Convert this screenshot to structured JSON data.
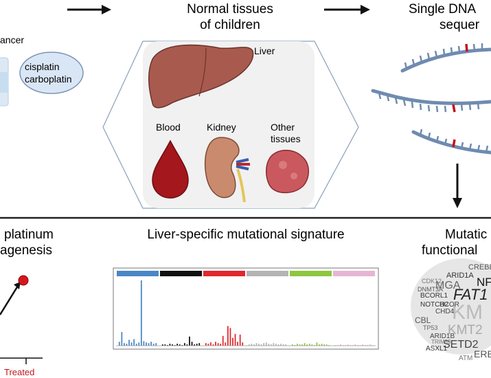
{
  "top": {
    "left_fragment": "ancer",
    "drugs": [
      "cisplatin",
      "carboplatin"
    ],
    "center_title": [
      "Normal tissues",
      "of children"
    ],
    "right_title": [
      "Single DNA",
      "sequer"
    ],
    "tissues": {
      "liver": "Liver",
      "blood": "Blood",
      "kidney": "Kidney",
      "other": [
        "Other",
        "tissues"
      ]
    }
  },
  "bottom": {
    "left_title": [
      "platinum",
      "agenesis"
    ],
    "treated": "Treated",
    "center_title": "Liver-specific mutational signature",
    "right_title": [
      "Mutatic",
      "functional"
    ],
    "wordcloud": [
      "CREBB",
      "ARID1A",
      "MGA",
      "NF",
      "FAT1",
      "KM",
      "KMT2",
      "SETD2",
      "BCORL1",
      "DNMT3A",
      "NOTCH2",
      "ASXL1",
      "CHD4",
      "ATM",
      "ERBB",
      "CDK12",
      "CBL",
      "TP53",
      "ARID1B",
      "BCOR",
      "TRIM33"
    ]
  },
  "colors": {
    "arrow": "#111111",
    "divider": "#222222",
    "liver": "#a85a4e",
    "blood": "#a3171d",
    "kidney": "#c98a6e",
    "other_tissue": "#c9595e",
    "dna_strand": "#6f8bb0",
    "dna_mutation": "#c0141c",
    "drug_bubble": "#d9e6f5",
    "panel_bg": "#f1f1f1",
    "treated_text": "#c0141c",
    "red_point": "#d8161b"
  },
  "chart_data": {
    "type": "bar",
    "title": "Liver-specific mutational signature",
    "series": [
      {
        "values": [
          0.06,
          0.21,
          0.04,
          0.03,
          0.09,
          0.05,
          0.1,
          0.03,
          0.05,
          1.0,
          0.07,
          0.05,
          0.04,
          0.06,
          0.03,
          0.04
        ]
      },
      {
        "values": [
          0.02,
          0.02,
          0.01,
          0.03,
          0.02,
          0.01,
          0.03,
          0.02,
          0.01,
          0.04,
          0.02,
          0.14,
          0.06,
          0.02,
          0.03,
          0.04
        ]
      },
      {
        "values": [
          0.04,
          0.03,
          0.05,
          0.02,
          0.06,
          0.04,
          0.03,
          0.15,
          0.05,
          0.3,
          0.27,
          0.12,
          0.18,
          0.06,
          0.17,
          0.05
        ]
      },
      {
        "values": [
          0.02,
          0.03,
          0.02,
          0.04,
          0.03,
          0.02,
          0.04,
          0.05,
          0.03,
          0.02,
          0.04,
          0.03,
          0.02,
          0.03,
          0.02,
          0.02
        ]
      },
      {
        "values": [
          0.02,
          0.01,
          0.03,
          0.02,
          0.02,
          0.04,
          0.02,
          0.03,
          0.02,
          0.01,
          0.05,
          0.02,
          0.03,
          0.02,
          0.02,
          0.01
        ]
      },
      {
        "values": [
          0.01,
          0.01,
          0.02,
          0.01,
          0.01,
          0.02,
          0.01,
          0.01,
          0.02,
          0.01,
          0.01,
          0.02,
          0.01,
          0.01,
          0.02,
          0.01
        ]
      }
    ],
    "series_colors": [
      "#4a86c6",
      "#111111",
      "#e0282c",
      "#b4b4b4",
      "#8ec63f",
      "#e8b4d4"
    ]
  }
}
